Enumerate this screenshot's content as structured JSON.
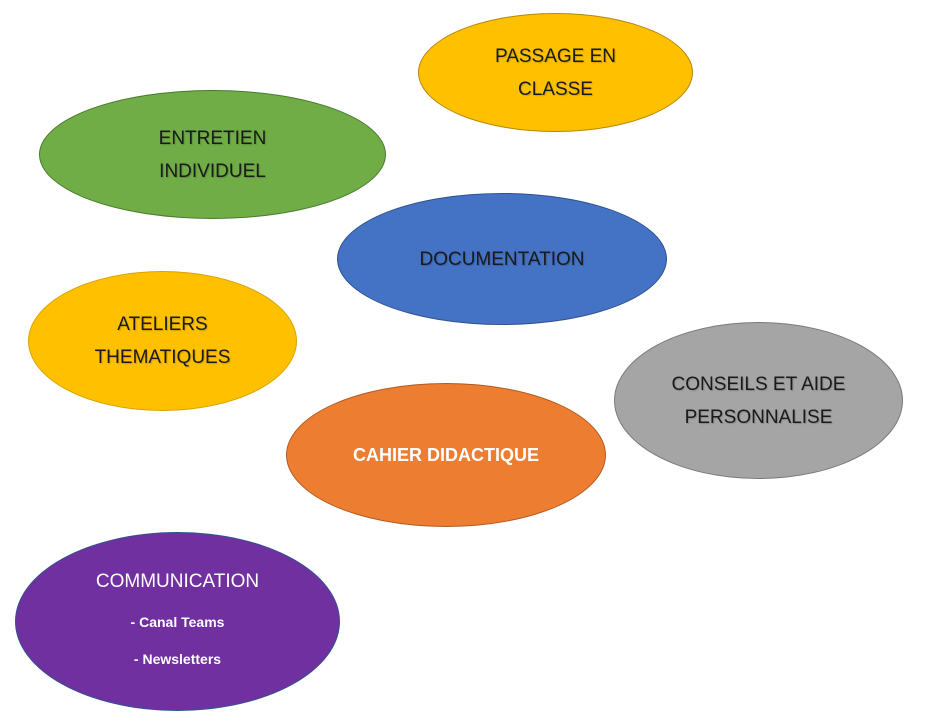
{
  "nodes": {
    "passage": {
      "label": "PASSAGE EN\nCLASSE",
      "fill": "#ffc000"
    },
    "entretien": {
      "label": "ENTRETIEN\nINDIVIDUEL",
      "fill": "#70ad47"
    },
    "documentation": {
      "label": "DOCUMENTATION",
      "fill": "#4472c4"
    },
    "ateliers": {
      "label": "ATELIERS\nTHEMATIQUES",
      "fill": "#ffc000"
    },
    "conseils": {
      "label": "CONSEILS ET AIDE\nPERSONNALISE",
      "fill": "#a5a5a5"
    },
    "cahier": {
      "label": "CAHIER DIDACTIQUE",
      "fill": "#ed7d31"
    },
    "communication": {
      "label": "COMMUNICATION",
      "fill": "#7030a0",
      "items": [
        "- Canal Teams",
        "- Newsletters"
      ]
    }
  }
}
